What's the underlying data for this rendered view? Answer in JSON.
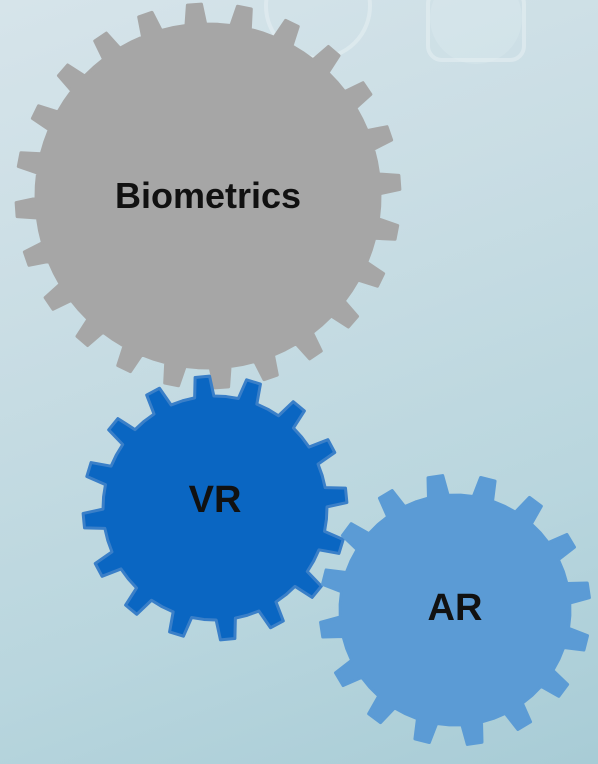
{
  "colors": {
    "background": "#c3dae2",
    "biometrics_gear": "#a6a6a6",
    "vr_gear": "#0a66c2",
    "ar_gear": "#5b9bd5",
    "label": "#111111"
  },
  "gears": [
    {
      "id": "biometrics",
      "label": "Biometrics",
      "color": "#a6a6a6",
      "stroke": "#a6a6a6",
      "teeth": 24
    },
    {
      "id": "vr",
      "label": "VR",
      "color": "#0a66c2",
      "stroke": "#3a7fc8",
      "teeth": 16
    },
    {
      "id": "ar",
      "label": "AR",
      "color": "#5b9bd5",
      "stroke": "#5b9bd5",
      "teeth": 16
    }
  ]
}
